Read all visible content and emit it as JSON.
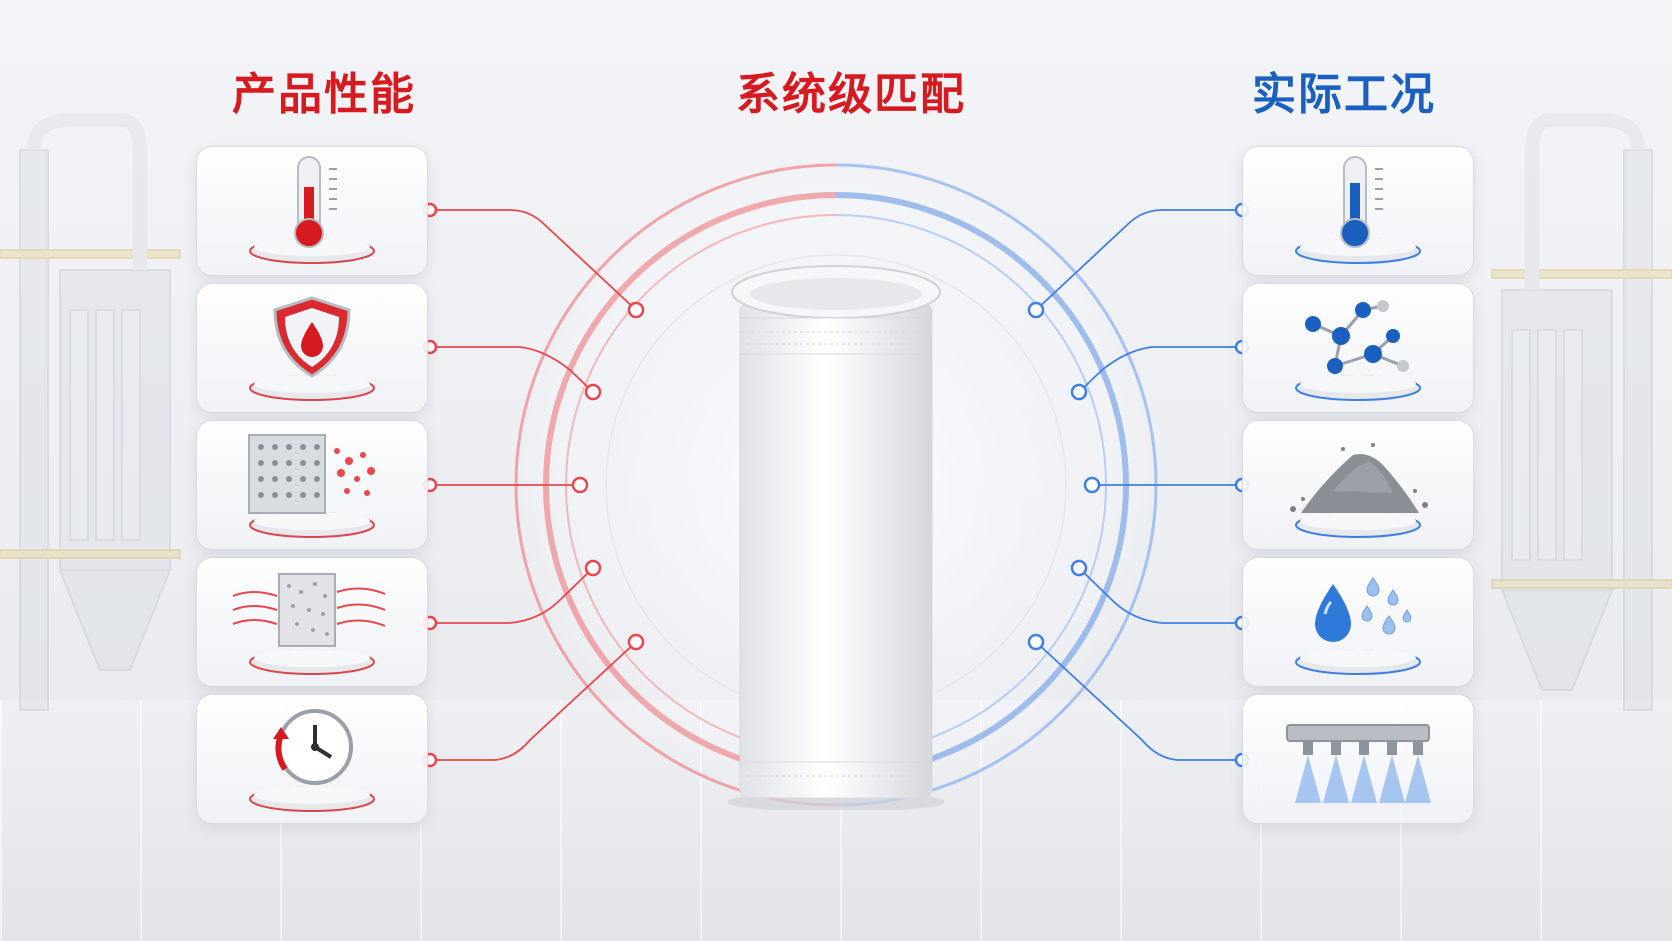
{
  "titles": {
    "left": "产品性能",
    "center": "系统级匹配",
    "right": "实际工况"
  },
  "colors": {
    "red": "#d71920",
    "blue": "#1b5fbf",
    "line_red": "#e8474c",
    "line_blue": "#3f7fe0"
  },
  "left_icons": [
    {
      "icon": "thermometer-red-icon"
    },
    {
      "icon": "shield-drop-icon"
    },
    {
      "icon": "filter-plate-particles-icon"
    },
    {
      "icon": "airflow-media-icon"
    },
    {
      "icon": "clock-cycle-icon"
    }
  ],
  "right_icons": [
    {
      "icon": "thermometer-blue-icon"
    },
    {
      "icon": "molecule-icon"
    },
    {
      "icon": "dust-pile-icon"
    },
    {
      "icon": "water-drops-icon"
    },
    {
      "icon": "spray-nozzles-icon"
    }
  ],
  "center_icon": "filter-bag-icon"
}
